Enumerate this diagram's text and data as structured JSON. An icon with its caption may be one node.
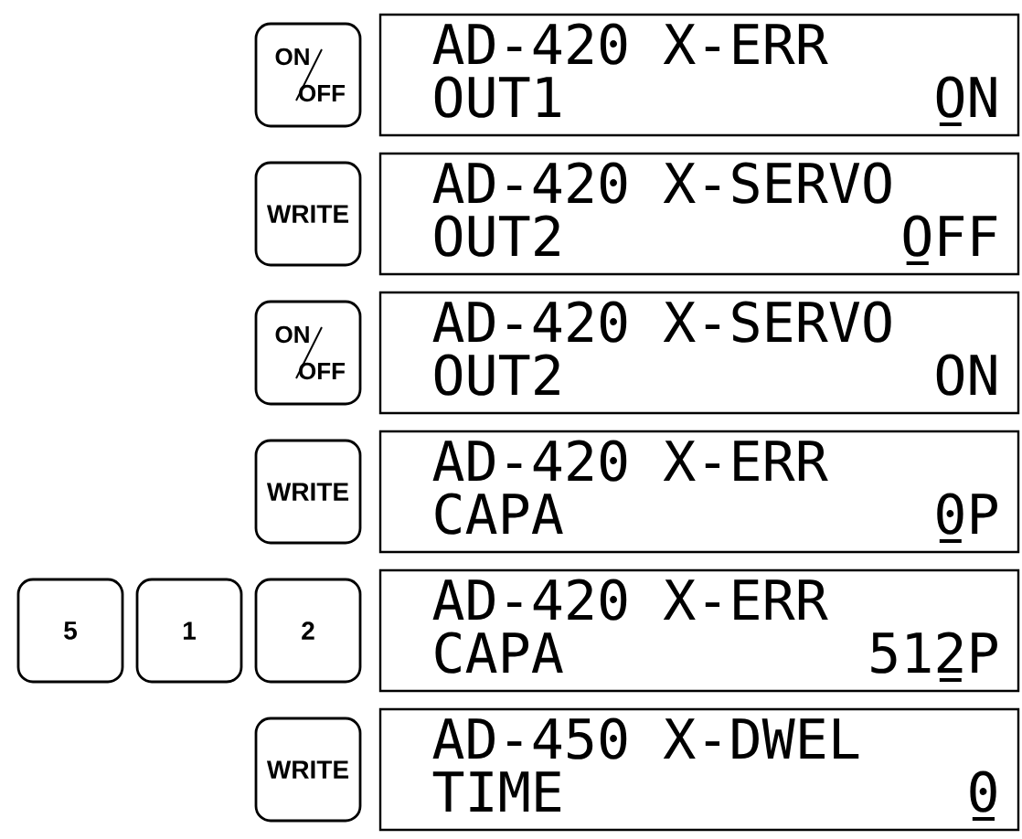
{
  "diagram": {
    "nodes": [
      {
        "text": [
          "ON",
          "OFF"
        ]
      },
      {
        "text": [
          "AD-420 X-ERR",
          "OUT1",
          "ON"
        ]
      },
      {
        "text": [
          "WRITE"
        ]
      },
      {
        "text": [
          "AD-420 X-SERVO",
          "OUT2",
          "OFF"
        ]
      },
      {
        "text": [
          "ON",
          "OFF"
        ]
      },
      {
        "text": [
          "AD-420 X-SERVO",
          "OUT2",
          "ON"
        ]
      },
      {
        "text": [
          "WRITE"
        ]
      },
      {
        "text": [
          "AD-420 X-ERR",
          "CAPA",
          "0P"
        ]
      },
      {
        "text": [
          "5"
        ]
      },
      {
        "text": [
          "1"
        ]
      },
      {
        "text": [
          "2"
        ]
      },
      {
        "text": [
          "AD-420 X-ERR",
          "CAPA",
          "512P"
        ]
      },
      {
        "text": [
          "WRITE"
        ]
      },
      {
        "text": [
          "AD-450 X-DWEL",
          "TIME",
          "0"
        ]
      }
    ],
    "edges": []
  }
}
